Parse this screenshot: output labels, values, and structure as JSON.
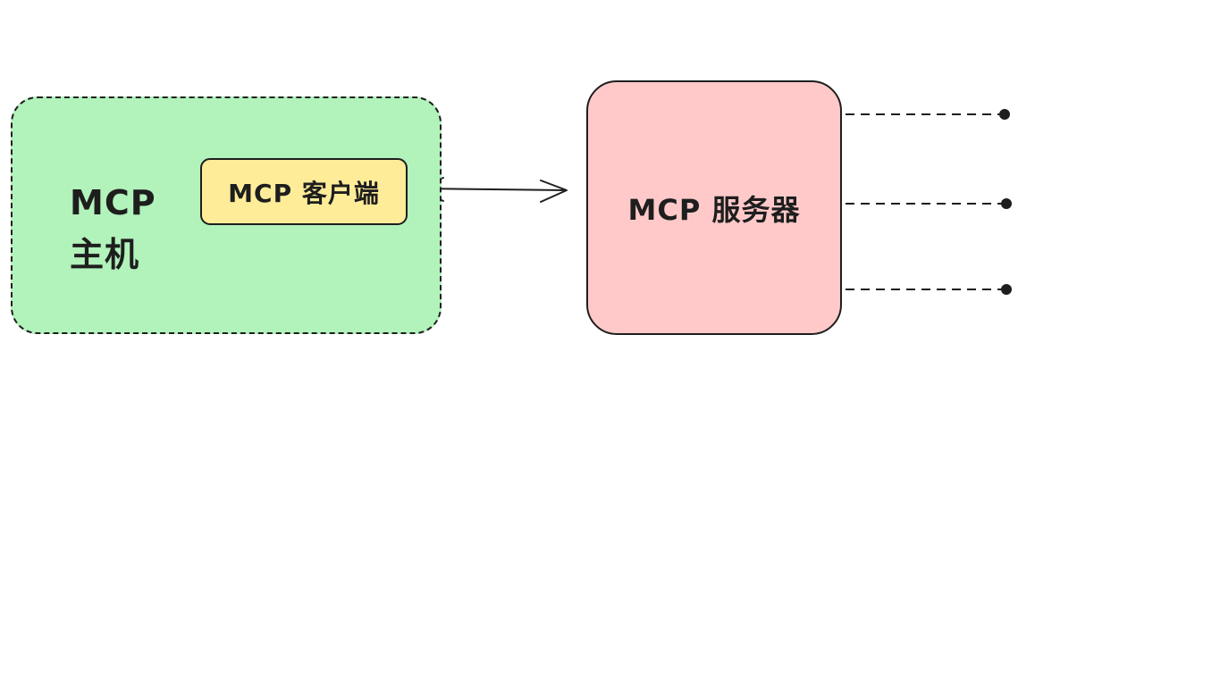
{
  "diagram": {
    "host": {
      "line1": "MCP",
      "line2": "主机",
      "fill": "#b2f2bb"
    },
    "client": {
      "label": "MCP 客户端",
      "fill": "#ffec99"
    },
    "server": {
      "label": "MCP 服务器",
      "fill": "#ffc9c9"
    },
    "stroke_color": "#1e1e1e"
  }
}
